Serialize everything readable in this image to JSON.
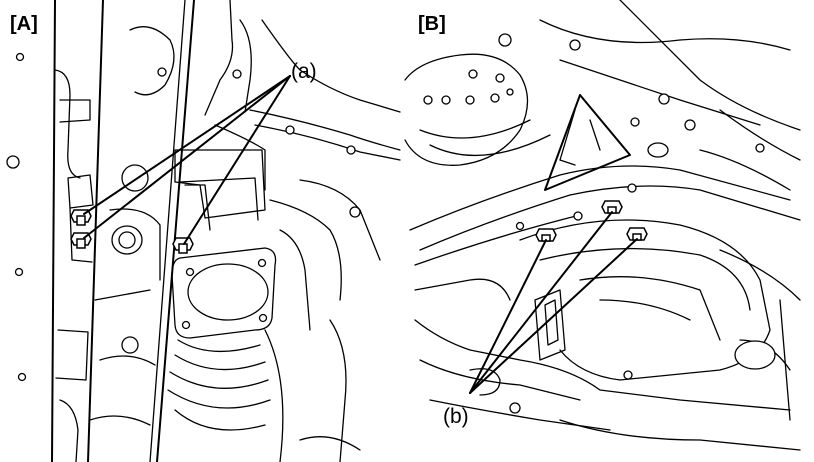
{
  "panels": [
    {
      "label": "[A]",
      "callout": "(a)"
    },
    {
      "label": "[B]",
      "callout": "(b)"
    }
  ],
  "icons": {
    "bolt": "hex-flange-bolt-icon"
  }
}
